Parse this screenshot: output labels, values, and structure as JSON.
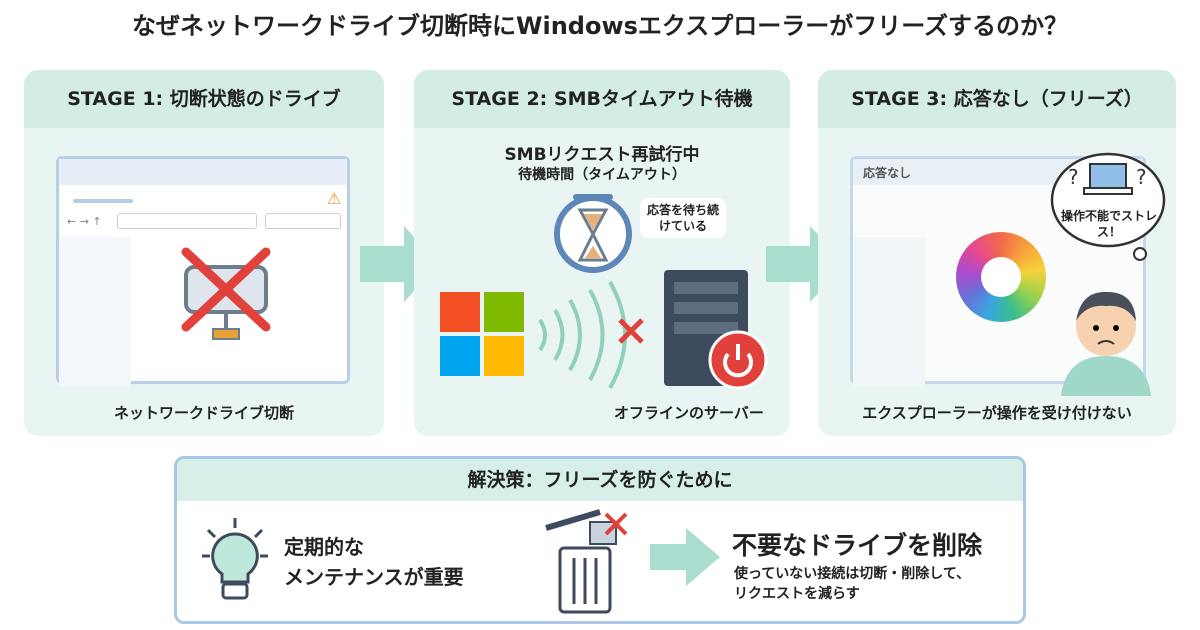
{
  "title": "なぜネットワークドライブ切断時にWindowsエクスプローラーがフリーズするのか？",
  "stages": [
    {
      "header": "STAGE 1: 切断状態のドライブ",
      "caption": "ネットワークドライブ切断"
    },
    {
      "header": "STAGE 2: SMBタイムアウト待機",
      "line1": "SMBリクエスト再試行中",
      "line2": "待機時間（タイムアウト）",
      "bubble": "応答を待ち続けている",
      "caption": "オフラインのサーバー"
    },
    {
      "header": "STAGE 3: 応答なし（フリーズ）",
      "window_title": "応答なし",
      "thought": "操作不能でストレス！",
      "caption": "エクスプローラーが操作を受け付けない"
    }
  ],
  "solution": {
    "header": "解決策：フリーズを防ぐために",
    "left_text_1": "定期的な",
    "left_text_2": "メンテナンスが重要",
    "right_title": "不要なドライブを削除",
    "right_desc_1": "使っていない接続は切断・削除して、",
    "right_desc_2": "リクエストを減らす"
  },
  "colors": {
    "panel": "#e9f5f2",
    "header": "#d3ede6",
    "arrow": "#a9ddd0",
    "error": "#e2403a",
    "border": "#a9c8e8"
  }
}
